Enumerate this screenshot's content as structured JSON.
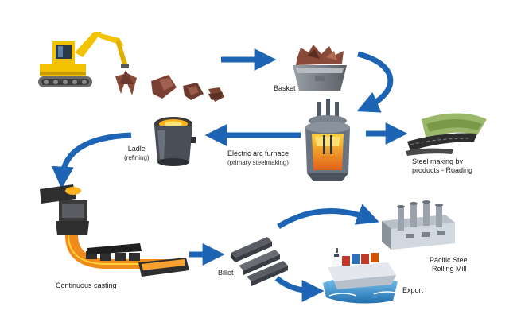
{
  "labels": {
    "basket": "Basket",
    "ladle": "Ladle",
    "ladle_sub": "(refining)",
    "furnace": "Electric arc furnace",
    "furnace_sub": "(primary steelmaking)",
    "byproducts_line1": "Steel making by",
    "byproducts_line2": "products - Roading",
    "casting": "Continuous casting",
    "billet": "Billet",
    "mill_line1": "Pacific Steel",
    "mill_line2": "Rolling Mill",
    "export": "Export"
  },
  "colors": {
    "arrow": "#1e64b4",
    "crane": "#f3c200",
    "scrap": "#8a4a3a",
    "molten": "#f08a1a",
    "steel": "#4a4a4a",
    "sea": "#3a9ad8",
    "ship_hull": "#d8dde6",
    "containers": "#c0392b"
  },
  "icons": [
    "excavator-icon",
    "scrap-pile-icon",
    "basket-icon",
    "furnace-icon",
    "ladle-icon",
    "roading-icon",
    "casting-machine-icon",
    "billet-icon",
    "rolling-mill-icon",
    "ship-icon"
  ]
}
